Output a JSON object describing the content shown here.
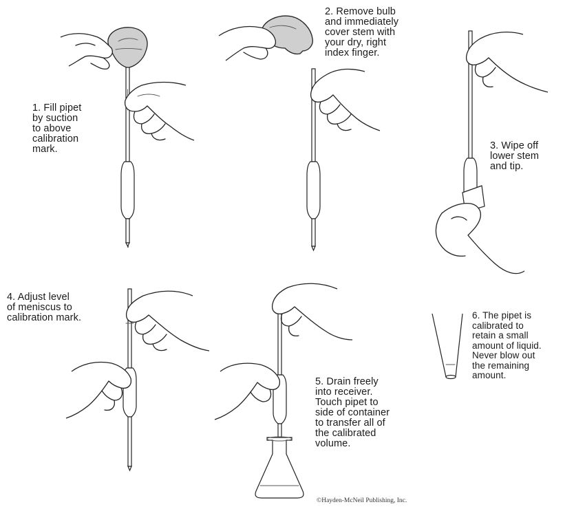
{
  "steps": [
    {
      "lines": [
        "1.  Fill pipet",
        "by suction",
        "to above",
        "calibration",
        "mark."
      ]
    },
    {
      "lines": [
        "2.  Remove bulb",
        "and immediately",
        "cover stem with",
        "your dry, right",
        "index finger."
      ]
    },
    {
      "lines": [
        "3.  Wipe off",
        "lower stem",
        "and tip."
      ]
    },
    {
      "lines": [
        "4.  Adjust level",
        "of meniscus to",
        "calibration mark."
      ]
    },
    {
      "lines": [
        "5.  Drain freely",
        "into receiver.",
        "Touch pipet to",
        "side of container",
        "to transfer all of",
        "the calibrated",
        "volume."
      ]
    },
    {
      "lines": [
        "6.  The pipet is",
        "calibrated to",
        "retain a small",
        "amount of liquid.",
        "Never blow out",
        "the remaining",
        "amount."
      ]
    }
  ],
  "credit": "©Hayden-McNeil Publishing, Inc."
}
